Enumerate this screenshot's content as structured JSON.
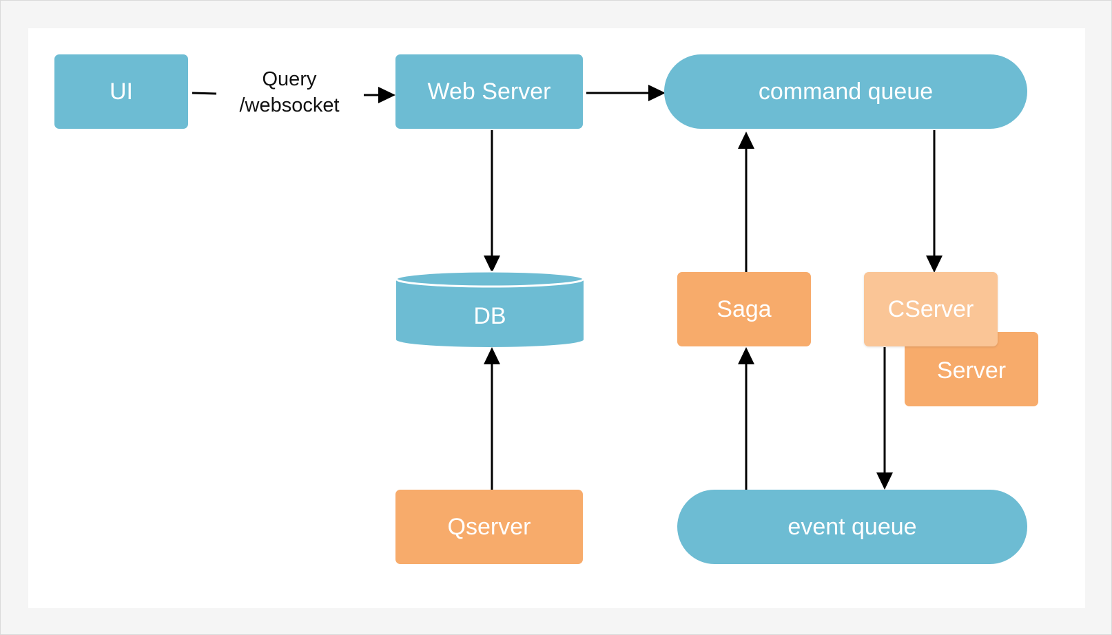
{
  "diagram": {
    "nodes": {
      "ui": "UI",
      "web_server": "Web Server",
      "command_queue": "command queue",
      "db": "DB",
      "saga": "Saga",
      "cserver": "CServer",
      "server": "Server",
      "qserver": "Qserver",
      "event_queue": "event queue"
    },
    "edge_label": {
      "line1": "Query",
      "line2": "/websocket"
    },
    "colors": {
      "blue": "#6dbcd3",
      "orange": "#f7ab6b",
      "light_orange": "#fac596",
      "arrow": "#000000"
    }
  }
}
